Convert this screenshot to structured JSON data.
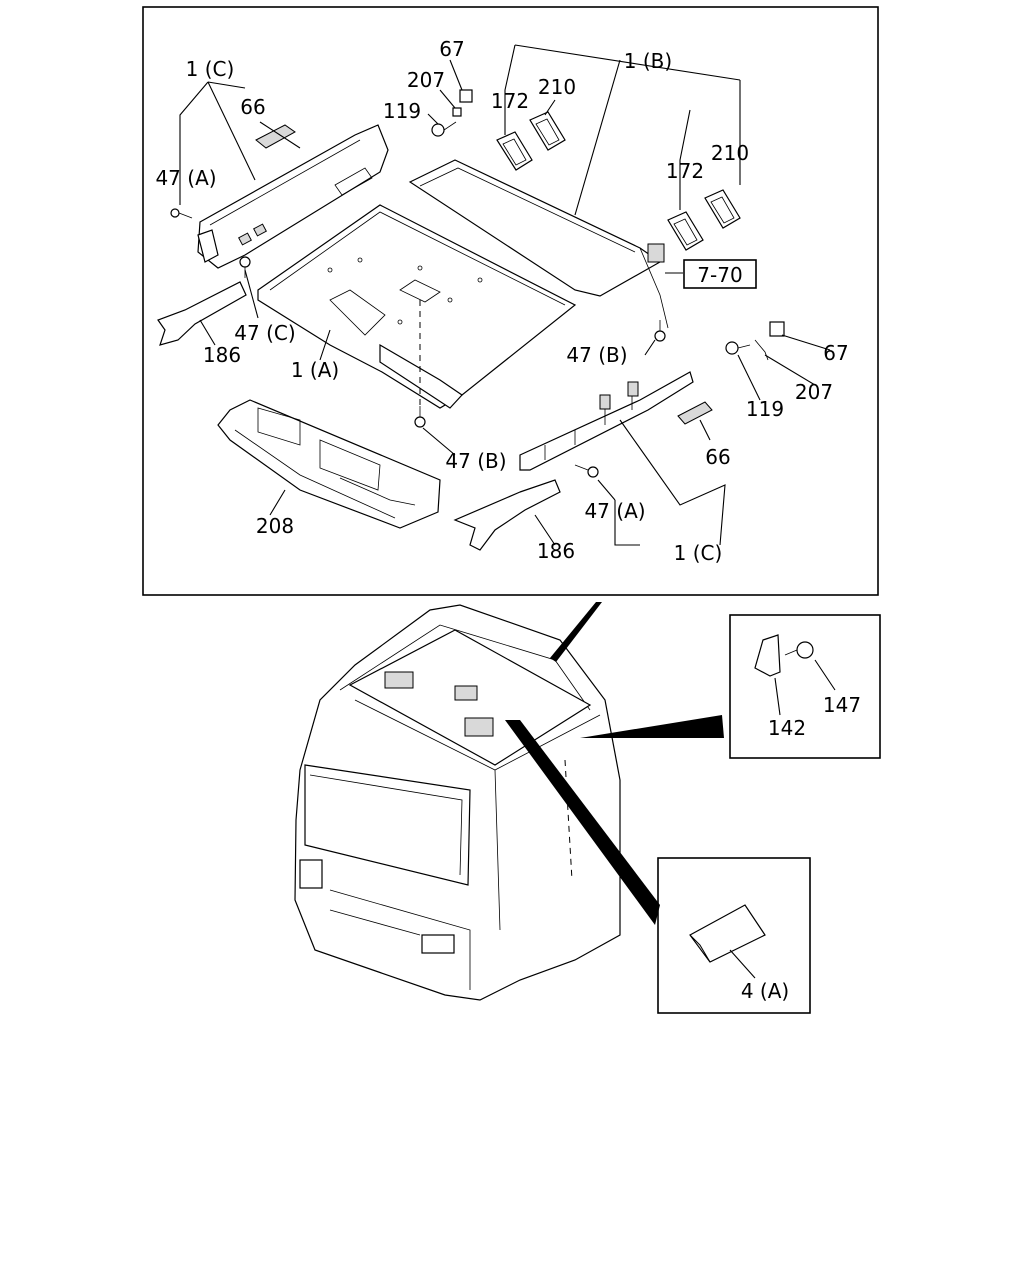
{
  "labels": {
    "c_top": "1 (C)",
    "p66_top": "66",
    "p67_top": "67",
    "p207_top": "207",
    "p119_top": "119",
    "p172_a": "172",
    "p210_a": "210",
    "b_top": "1 (B)",
    "p172_b": "172",
    "p210_b": "210",
    "ref": "7-70",
    "p47a_left": "47 (A)",
    "p47c": "47 (C)",
    "p186_left": "186",
    "a_main": "1 (A)",
    "p47b_right": "47 (B)",
    "p67_right": "67",
    "p207_right": "207",
    "p119_right": "119",
    "p47b_mid": "47 (B)",
    "p66_right": "66",
    "p47a_right": "47 (A)",
    "c_bottom": "1 (C)",
    "p208": "208",
    "p186_bottom": "186",
    "p147": "147",
    "p142": "142",
    "p4a": "4 (A)"
  }
}
